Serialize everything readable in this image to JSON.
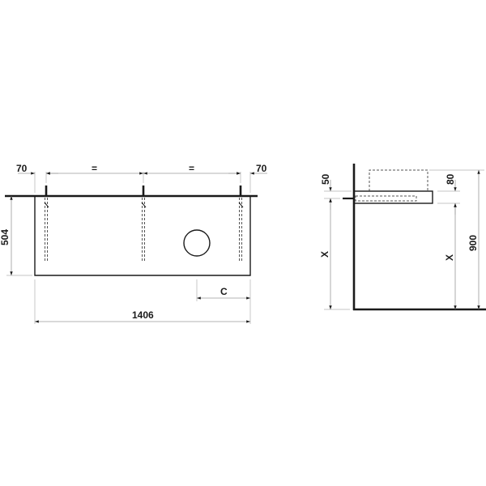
{
  "drawing": {
    "type": "technical-dimension-drawing",
    "front_view": {
      "labels": {
        "left_offset": "70",
        "spacing_left": "=",
        "spacing_right": "=",
        "right_offset": "70",
        "height": "504",
        "drain_offset": "C",
        "total_width": "1406"
      }
    },
    "side_view": {
      "labels": {
        "pin_height": "50",
        "top_thickness": "80",
        "mount_height_left": "X",
        "mount_height_right": "X",
        "total_height": "900"
      }
    },
    "colors": {
      "line": "#1a1a1a",
      "dimension_line": "#9a9a9a",
      "background": "#ffffff"
    }
  }
}
